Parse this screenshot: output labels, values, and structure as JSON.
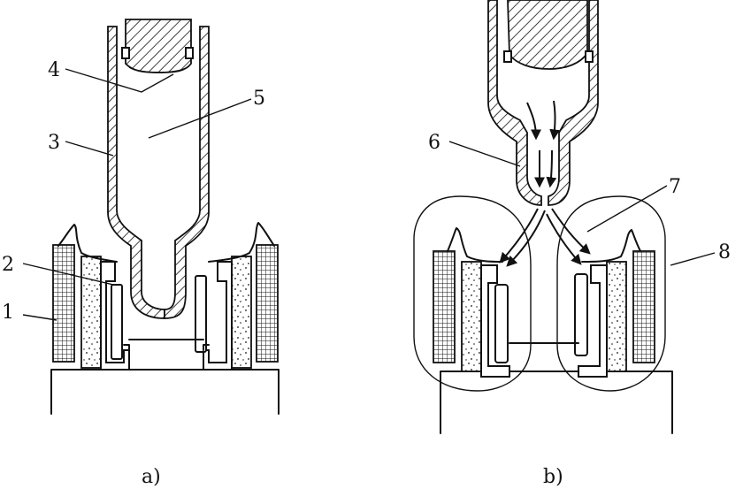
{
  "figure": {
    "captions": {
      "a": "a)",
      "b": "b)"
    },
    "labels": [
      "1",
      "2",
      "3",
      "4",
      "5",
      "6",
      "7",
      "8"
    ]
  }
}
